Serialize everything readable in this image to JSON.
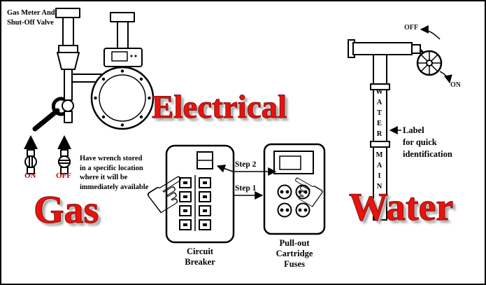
{
  "colors": {
    "title_red": "#e8130e",
    "label_red": "#cc0000",
    "ink": "#000000",
    "background": "#ffffff"
  },
  "gas": {
    "meter_label": "Gas Meter And\nShut-Off Valve",
    "on_label": "ON",
    "off_label": "OFF",
    "wrench_note": "Have wrench stored\nin a specific location\nwhere it will be\nimmediately available",
    "title": "Gas"
  },
  "electrical": {
    "title": "Electrical",
    "step2_label": "Step 2",
    "step1_label": "Step 1",
    "breaker_caption": "Circuit\nBreaker",
    "fuses_caption": "Pull-out\nCartridge\nFuses"
  },
  "water": {
    "off_label": "OFF",
    "on_label": "ON",
    "pipe_label": "WATER MAIN",
    "id_note": "Label\nfor quick\nidentification",
    "title": "Water"
  },
  "icons": {
    "hand_point_up_right": "☞",
    "hand_point_up_left": "☜"
  }
}
